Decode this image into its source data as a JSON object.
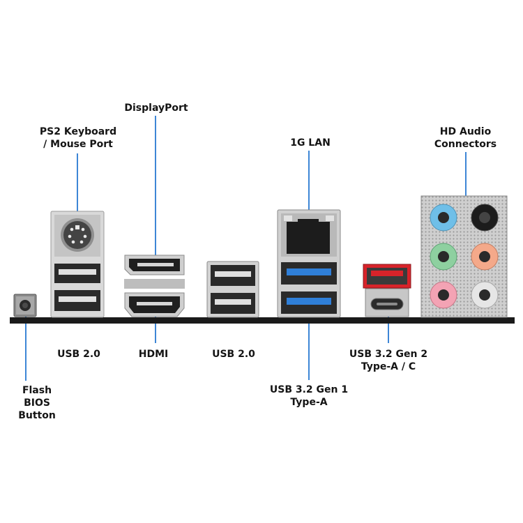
{
  "labels": {
    "ps2": {
      "line1": "PS2 Keyboard",
      "line2": "/ Mouse Port"
    },
    "displayport": "DisplayPort",
    "lan": "1G LAN",
    "audio": {
      "line1": "HD Audio",
      "line2": "Connectors"
    },
    "usb20_left": "USB 2.0",
    "hdmi": "HDMI",
    "usb20_mid": "USB 2.0",
    "usb32gen2": {
      "line1": "USB 3.2 Gen 2",
      "line2": "Type-A / C"
    },
    "usb32gen1": {
      "line1": "USB 3.2 Gen 1",
      "line2": "Type-A"
    },
    "flash_bios": {
      "line1": "Flash",
      "line2": "BIOS",
      "line3": "Button"
    }
  },
  "colors": {
    "leader_line": "#3d86d6",
    "usb3_blue": "#2f7fd8",
    "usb32_gen2_red": "#d8232a",
    "audio_line_in": "#6fbfe8",
    "audio_line_out": "#8ed0a0",
    "audio_mic": "#f3a3b4",
    "audio_center_sub": "#f4a98a",
    "audio_rear": "#1c1c1c",
    "audio_side": "#e6e6e6"
  }
}
